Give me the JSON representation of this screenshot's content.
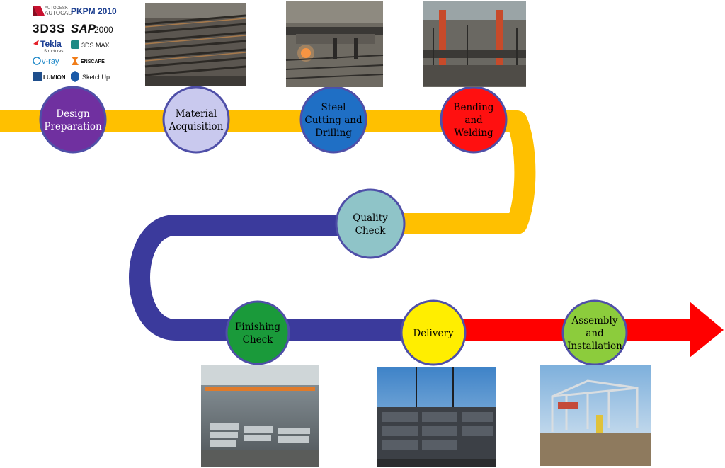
{
  "logos": [
    {
      "id": "autocad",
      "line1": "AUTODESK",
      "line2": "AUTOCAD",
      "color": "#c8102e"
    },
    {
      "id": "pkpm",
      "text": "PKPM 2010",
      "color": "#1a3d8f"
    },
    {
      "id": "3d3s",
      "text": "3D3S",
      "color": "#111111"
    },
    {
      "id": "sap",
      "text": "SAP",
      "suffix": "2000",
      "color": "#111111"
    },
    {
      "id": "tekla",
      "text": "Tekla",
      "sub": "Structures",
      "color": "#1c3f94"
    },
    {
      "id": "3dsmax",
      "text": "3DS MAX",
      "color": "#111111"
    },
    {
      "id": "vray",
      "text": "v-ray",
      "color": "#1e88c8"
    },
    {
      "id": "enscape",
      "text": "ENSCAPE",
      "color": "#111111"
    },
    {
      "id": "lumion",
      "text": "LUMION",
      "color": "#111111"
    },
    {
      "id": "sketchup",
      "text": "SketchUp",
      "color": "#111111"
    }
  ],
  "stages": [
    {
      "id": "design-preparation",
      "lines": [
        "Design",
        "Preparation"
      ],
      "color": "#7030a0",
      "text_color": "#ffffff"
    },
    {
      "id": "material-acquisition",
      "lines": [
        "Material",
        "Acquisition"
      ],
      "color": "#c9c9ee",
      "text_color": "#000000"
    },
    {
      "id": "steel-cutting-drilling",
      "lines": [
        "Steel",
        "Cutting and",
        "Drilling"
      ],
      "color": "#1f6fc5",
      "text_color": "#000000"
    },
    {
      "id": "bending-welding",
      "lines": [
        "Bending",
        "and",
        "Welding"
      ],
      "color": "#ff1010",
      "text_color": "#000000"
    },
    {
      "id": "quality-check",
      "lines": [
        "Quality",
        "Check"
      ],
      "color": "#8fc4c8",
      "text_color": "#000000"
    },
    {
      "id": "finishing-check",
      "lines": [
        "Finishing",
        "Check"
      ],
      "color": "#1a9a3a",
      "text_color": "#000000"
    },
    {
      "id": "delivery",
      "lines": [
        "Delivery"
      ],
      "color": "#ffee00",
      "text_color": "#000000"
    },
    {
      "id": "assembly-installation",
      "lines": [
        "Assembly",
        "and",
        "Installation"
      ],
      "color": "#8ccc3c",
      "text_color": "#000000"
    }
  ],
  "colors": {
    "path_yellow": "#ffc000",
    "path_blue": "#3b3a9c",
    "path_red": "#ff0000",
    "node_border": "#4f4fa8"
  },
  "photos": [
    {
      "id": "steel-plates-photo"
    },
    {
      "id": "cutting-machine-photo"
    },
    {
      "id": "welding-line-photo"
    },
    {
      "id": "finished-beams-photo"
    },
    {
      "id": "delivery-loading-photo"
    },
    {
      "id": "steel-frame-installation-photo"
    }
  ]
}
